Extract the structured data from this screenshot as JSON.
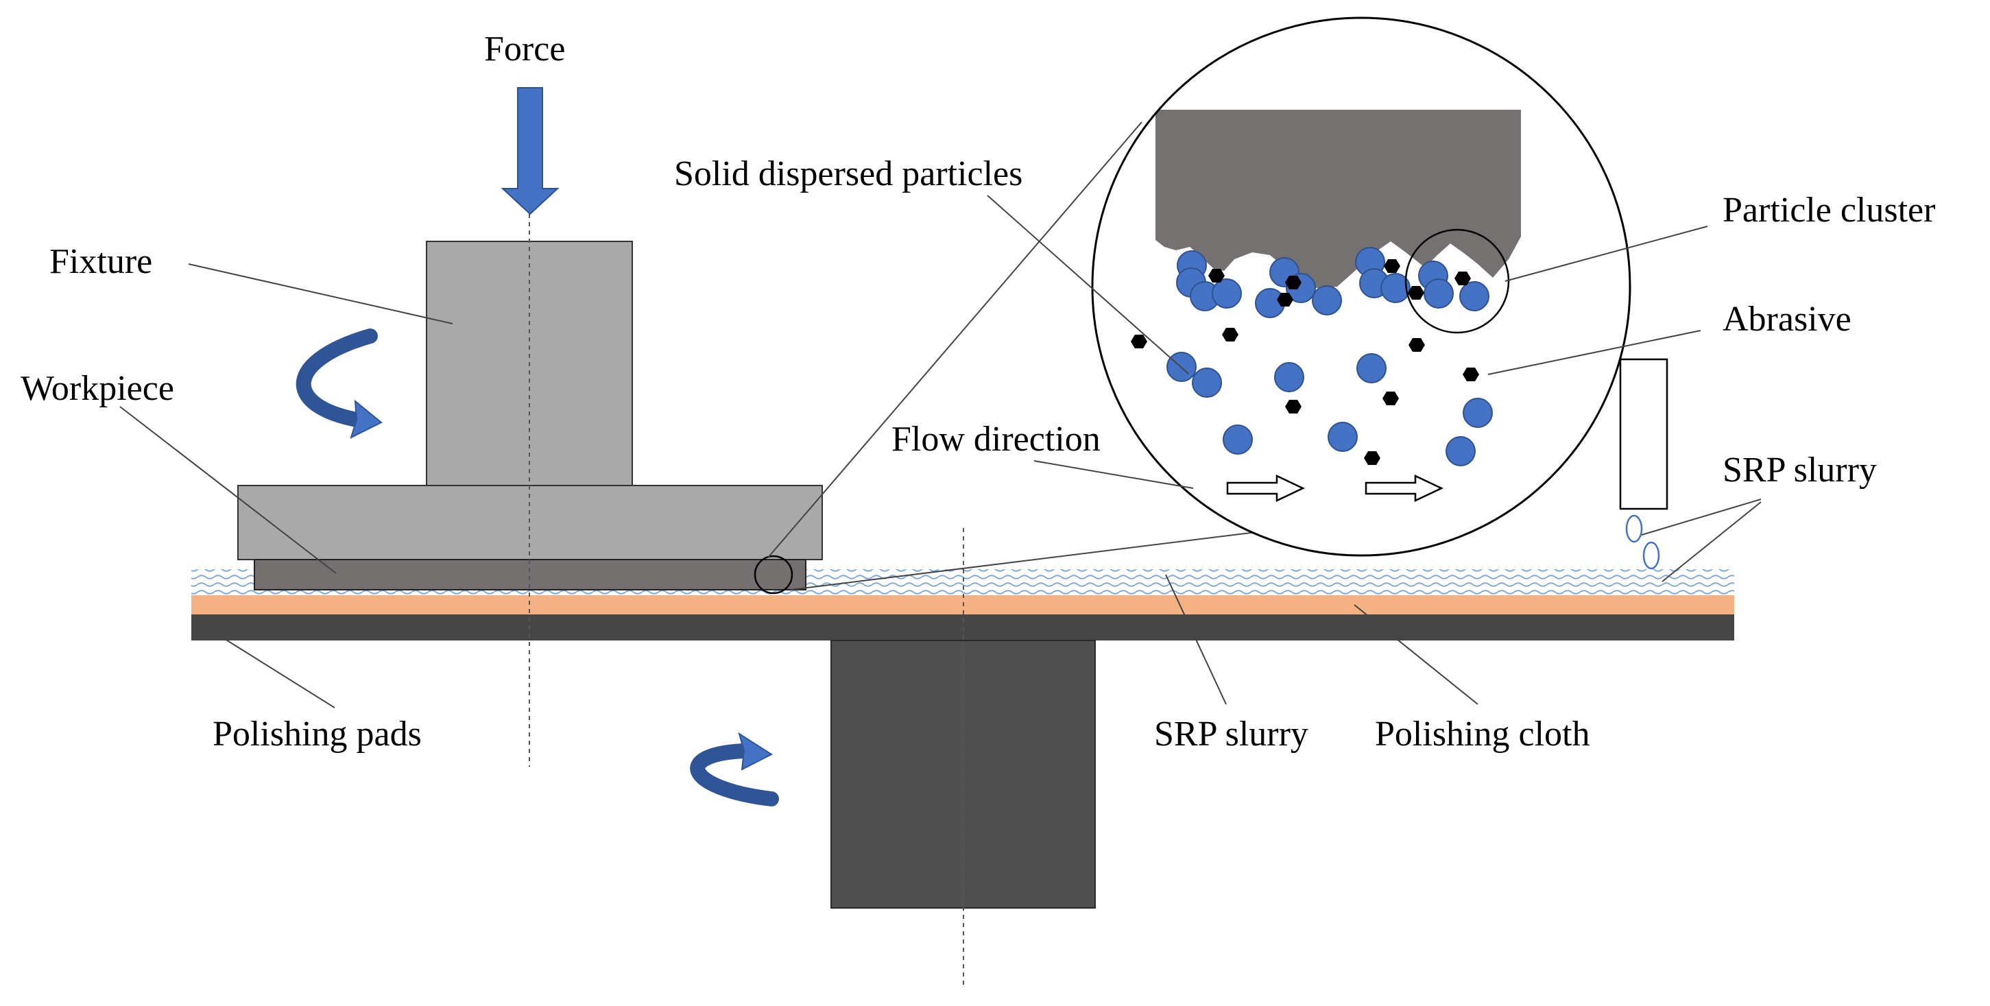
{
  "labels": {
    "force": "Force",
    "fixture": "Fixture",
    "workpiece": "Workpiece",
    "polishing_pads": "Polishing pads",
    "solid_dispersed_particles": "Solid dispersed particles",
    "particle_cluster": "Particle cluster",
    "abrasive": "Abrasive",
    "flow_direction": "Flow direction",
    "srp_slurry_right": "SRP slurry",
    "srp_slurry_bottom": "SRP slurry",
    "polishing_cloth": "Polishing cloth"
  },
  "colors": {
    "fixture": "#a9a9a9",
    "workpiece": "#757070",
    "tool_in_zoom": "#767171",
    "pad": "#464646",
    "base": "#505050",
    "cloth": "#f4b183",
    "slurry": "#9dc3e6",
    "particle": "#4472c4",
    "abrasive": "#000000",
    "arrow": "#4472c4"
  }
}
